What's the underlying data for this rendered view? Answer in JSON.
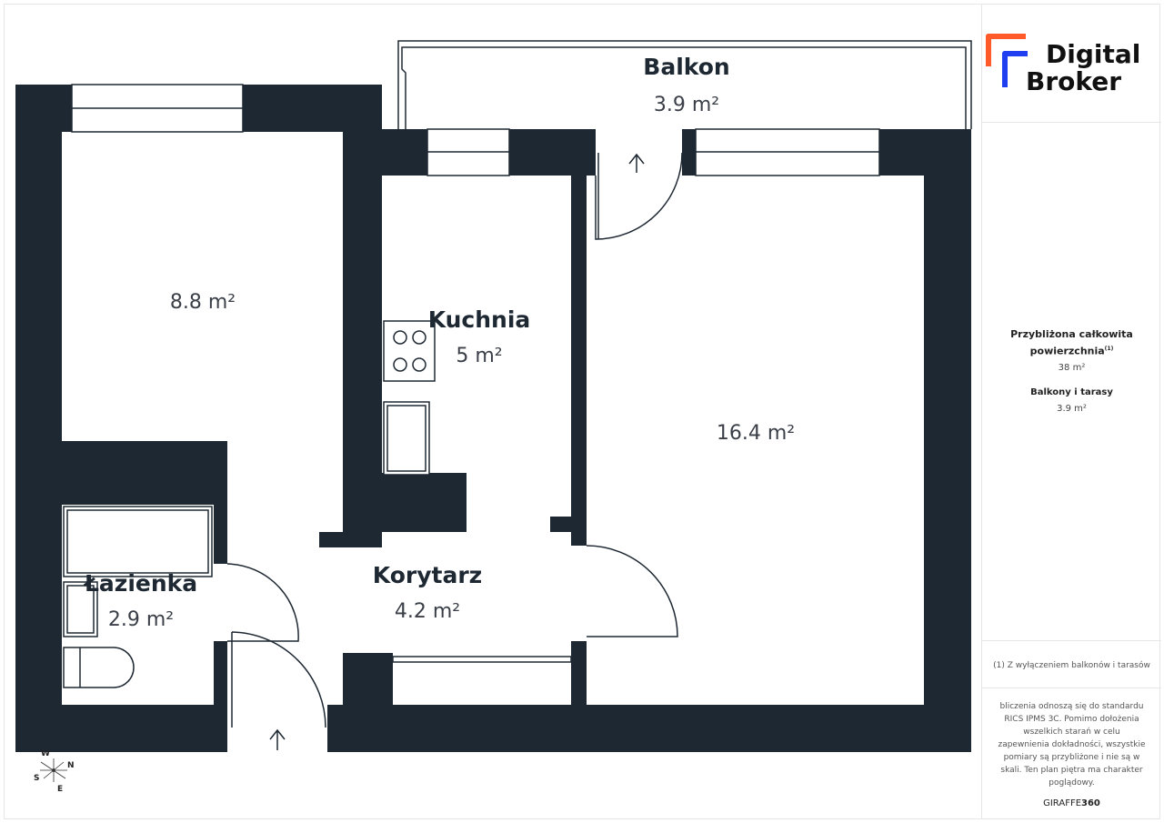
{
  "rooms": {
    "balkon": {
      "name": "Balkon",
      "area": "3.9 m²"
    },
    "bedroom": {
      "area": "8.8 m²"
    },
    "kuchnia": {
      "name": "Kuchnia",
      "area": "5 m²"
    },
    "living": {
      "area": "16.4 m²"
    },
    "lazienka": {
      "name": "Łazienka",
      "area": "2.9 m²"
    },
    "korytarz": {
      "name": "Korytarz",
      "area": "4.2 m²"
    }
  },
  "compass": {
    "w": "W",
    "n": "N",
    "s": "S",
    "e": "E"
  },
  "logo": {
    "line1": "Digital",
    "line2": "Broker"
  },
  "summary": {
    "total_label": "Przybliżona całkowita powierzchnia",
    "total_sup": "(1)",
    "total_value": "38 m²",
    "balcony_label": "Balkony i tarasy",
    "balcony_value": "3.9 m²"
  },
  "footnote": "(1) Z wyłączeniem balkonów i tarasów",
  "disclaimer": "bliczenia odnoszą się do standardu RICS IPMS 3C. Pomimo dołożenia wszelkich starań w celu zapewnienia dokładności, wszystkie pomiary są przybliżone i nie są w skali. Ten plan piętra ma charakter poglądowy.",
  "brand": {
    "a": "GIRAFFE",
    "b": "360"
  },
  "colors": {
    "wall": "#1e2833",
    "logo_orange": "#ff5a2a",
    "logo_blue": "#1f3ff0"
  }
}
